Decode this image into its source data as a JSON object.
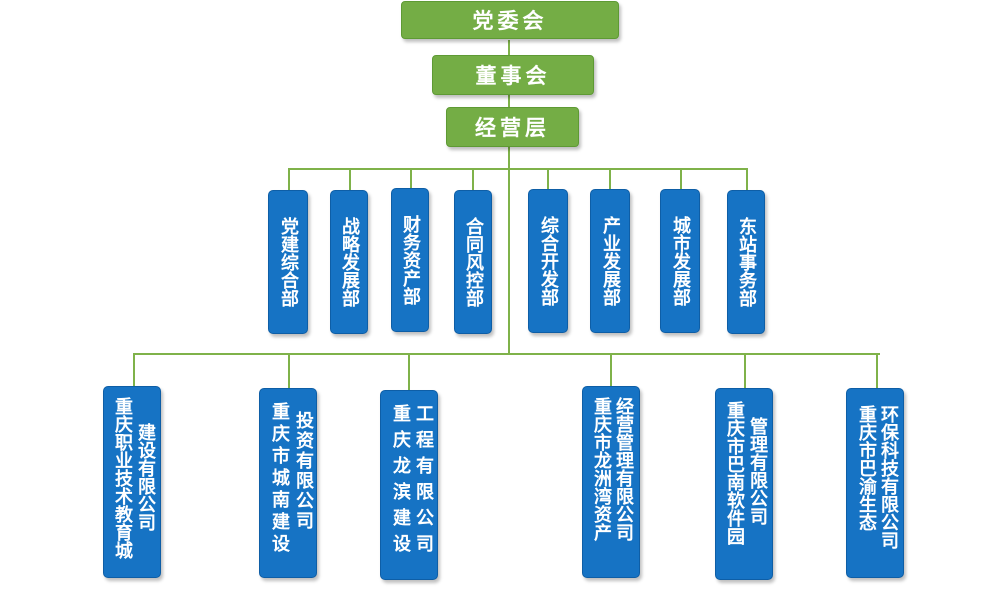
{
  "top": {
    "party_committee": "党委会",
    "board": "董事会",
    "management": "经营层"
  },
  "departments": [
    "党建综合部",
    "战略发展部",
    "财务资产部",
    "合同风控部",
    "综合开发部",
    "产业发展部",
    "城市发展部",
    "东站事务部"
  ],
  "companies": [
    {
      "col1": "重庆职业技术教育城",
      "col2": "建设有限公司"
    },
    {
      "col1": "重庆市城南建设",
      "col2": "投资有限公司"
    },
    {
      "col1": "重庆龙滨建设",
      "col2": "工程有限公司"
    },
    {
      "col1": "重庆市龙洲湾资产",
      "col2": "经营管理有限公司"
    },
    {
      "col1": "重庆市巴南软件园",
      "col2": "管理有限公司"
    },
    {
      "col1": "重庆市巴渝生态",
      "col2": "环保科技有限公司"
    }
  ]
}
